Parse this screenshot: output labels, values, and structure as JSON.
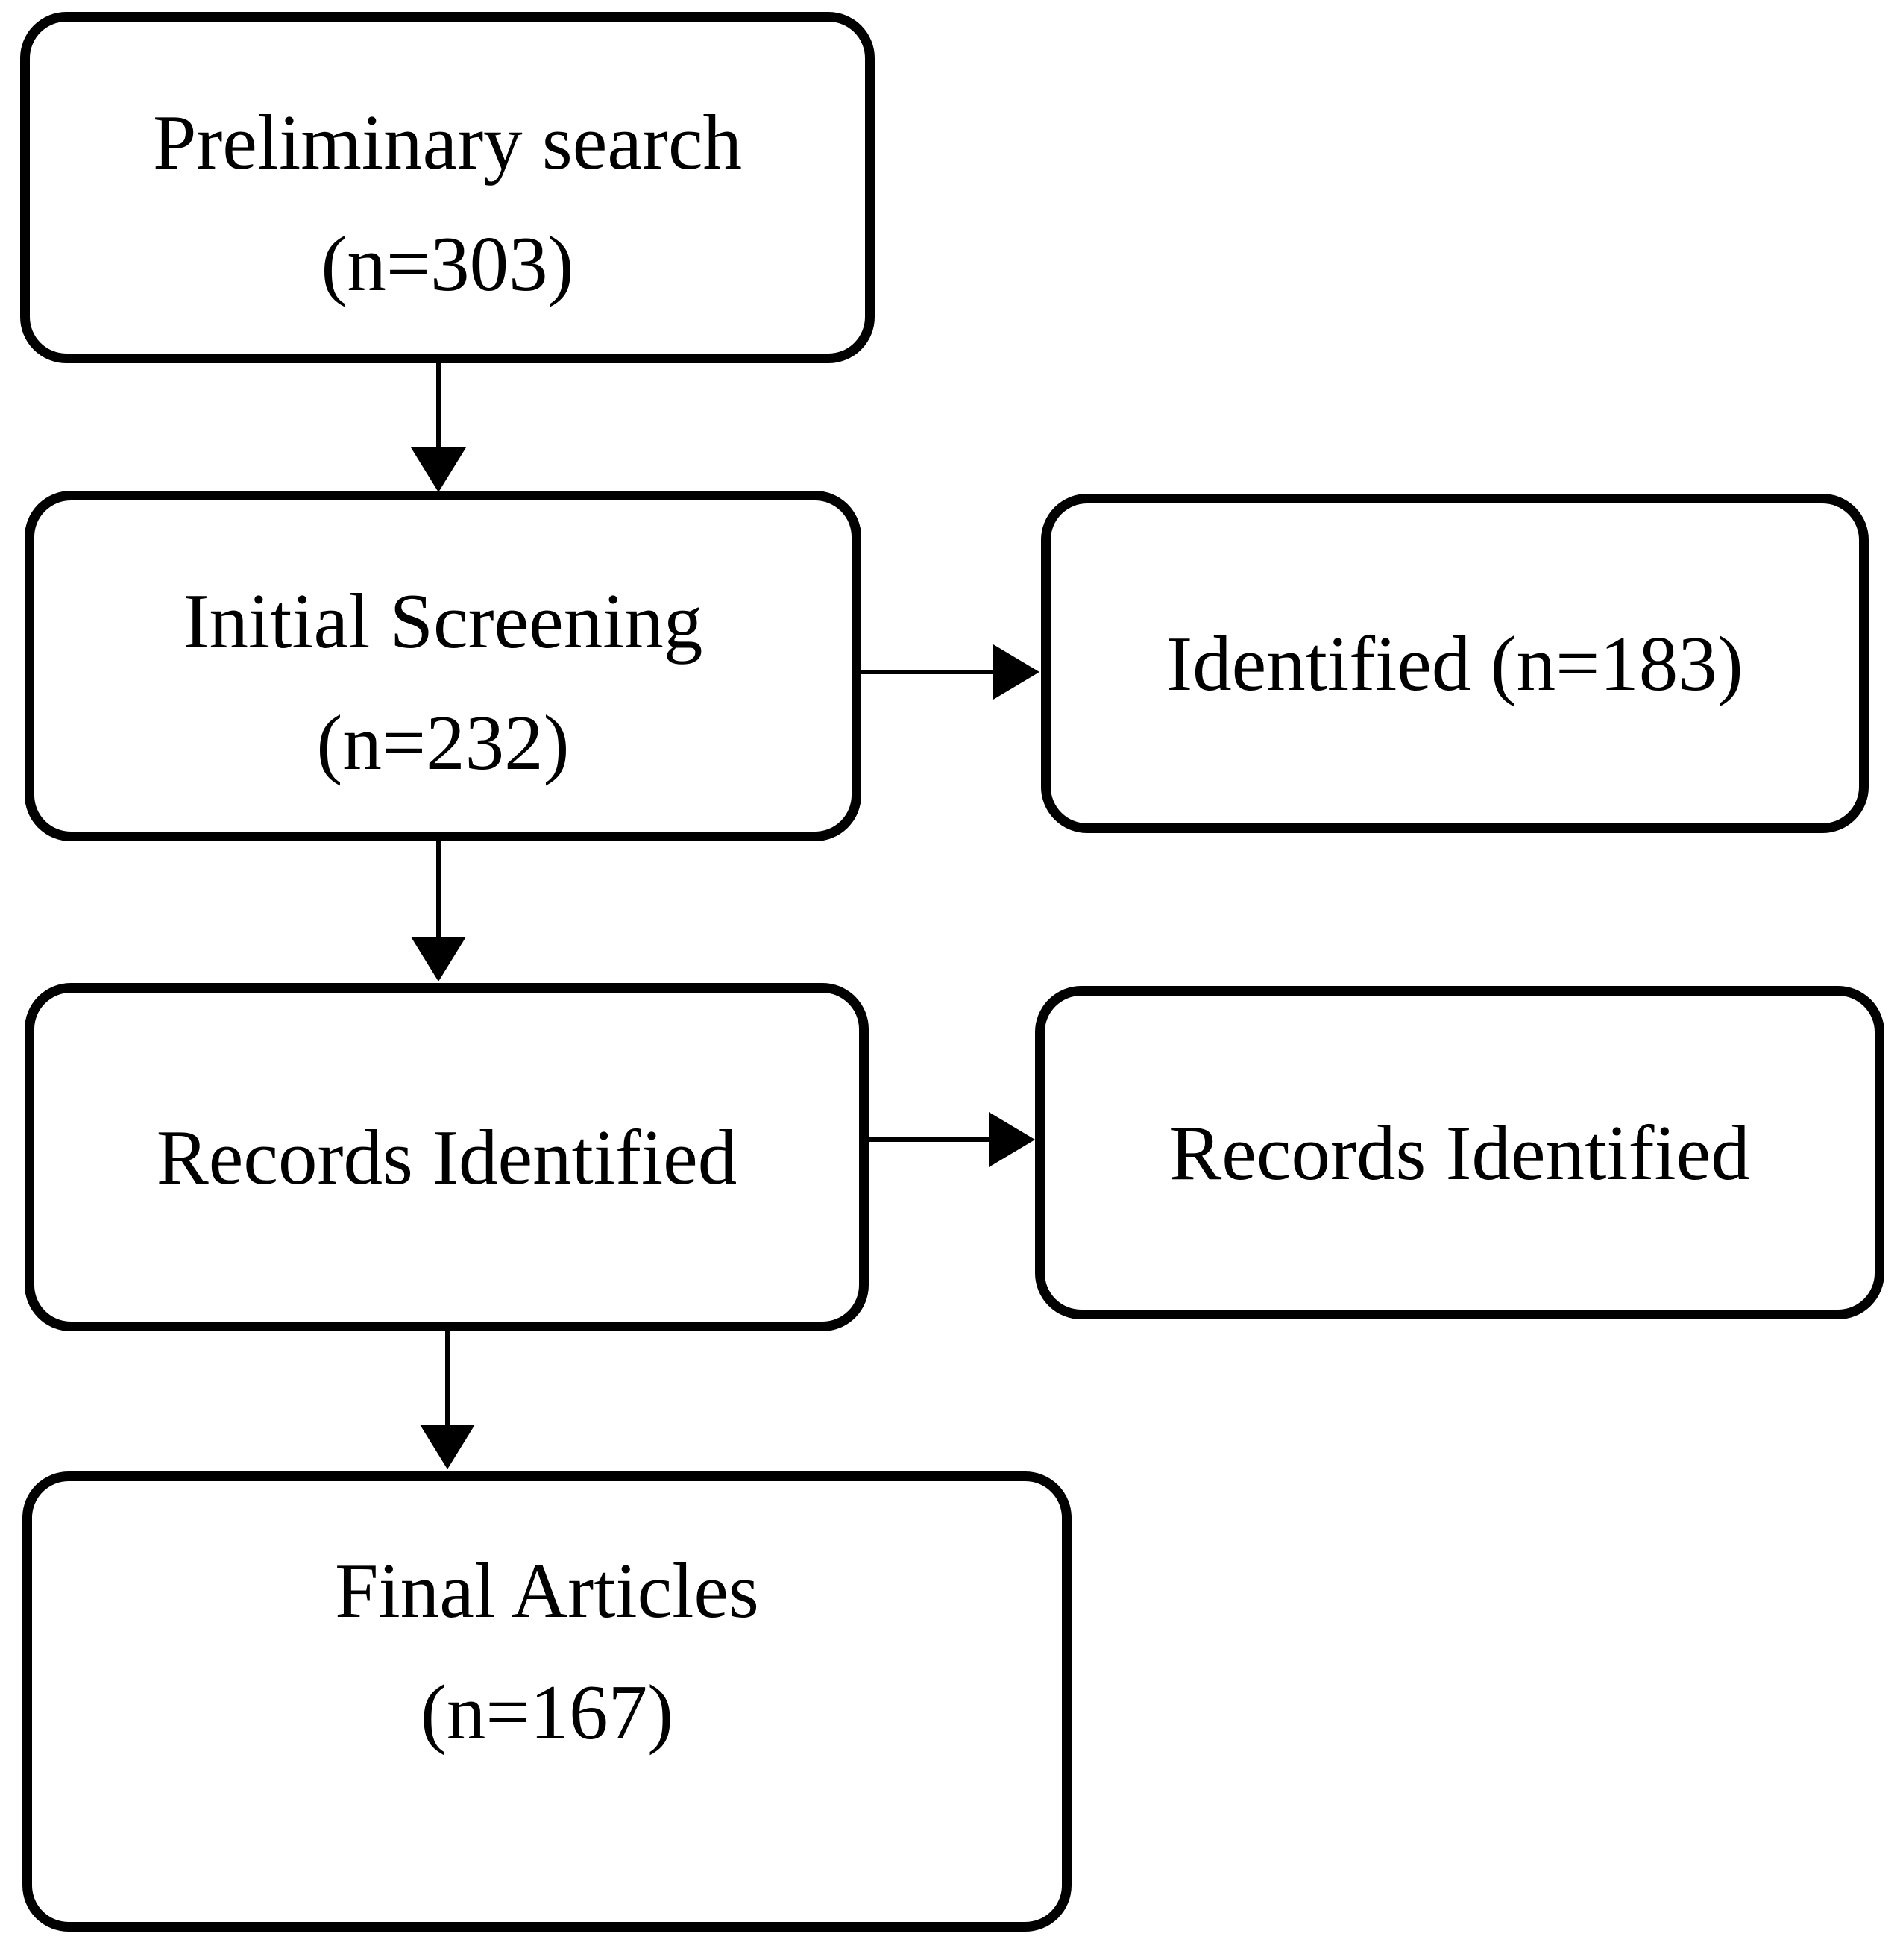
{
  "figure": {
    "type": "flowchart",
    "background_color": "#ffffff",
    "stroke_color": "#000000",
    "text_color": "#000000"
  },
  "nodes": [
    {
      "id": "preliminary-search",
      "lines": [
        "Preliminary search",
        "(n=303)"
      ]
    },
    {
      "id": "initial-screening",
      "lines": [
        "Initial Screening",
        "(n=232)"
      ]
    },
    {
      "id": "identified",
      "lines": [
        "Identified (n=183)"
      ]
    },
    {
      "id": "records-identified-left",
      "lines": [
        "Records Identified"
      ]
    },
    {
      "id": "records-identified-right",
      "lines": [
        "Records Identified"
      ]
    },
    {
      "id": "final-articles",
      "lines": [
        "Final Articles",
        "(n=167)"
      ]
    }
  ],
  "edges": [
    {
      "from": "preliminary-search",
      "to": "initial-screening",
      "direction": "down"
    },
    {
      "from": "initial-screening",
      "to": "identified",
      "direction": "right"
    },
    {
      "from": "initial-screening",
      "to": "records-identified-left",
      "direction": "down"
    },
    {
      "from": "records-identified-left",
      "to": "records-identified-right",
      "direction": "right"
    },
    {
      "from": "records-identified-left",
      "to": "final-articles",
      "direction": "down"
    }
  ]
}
